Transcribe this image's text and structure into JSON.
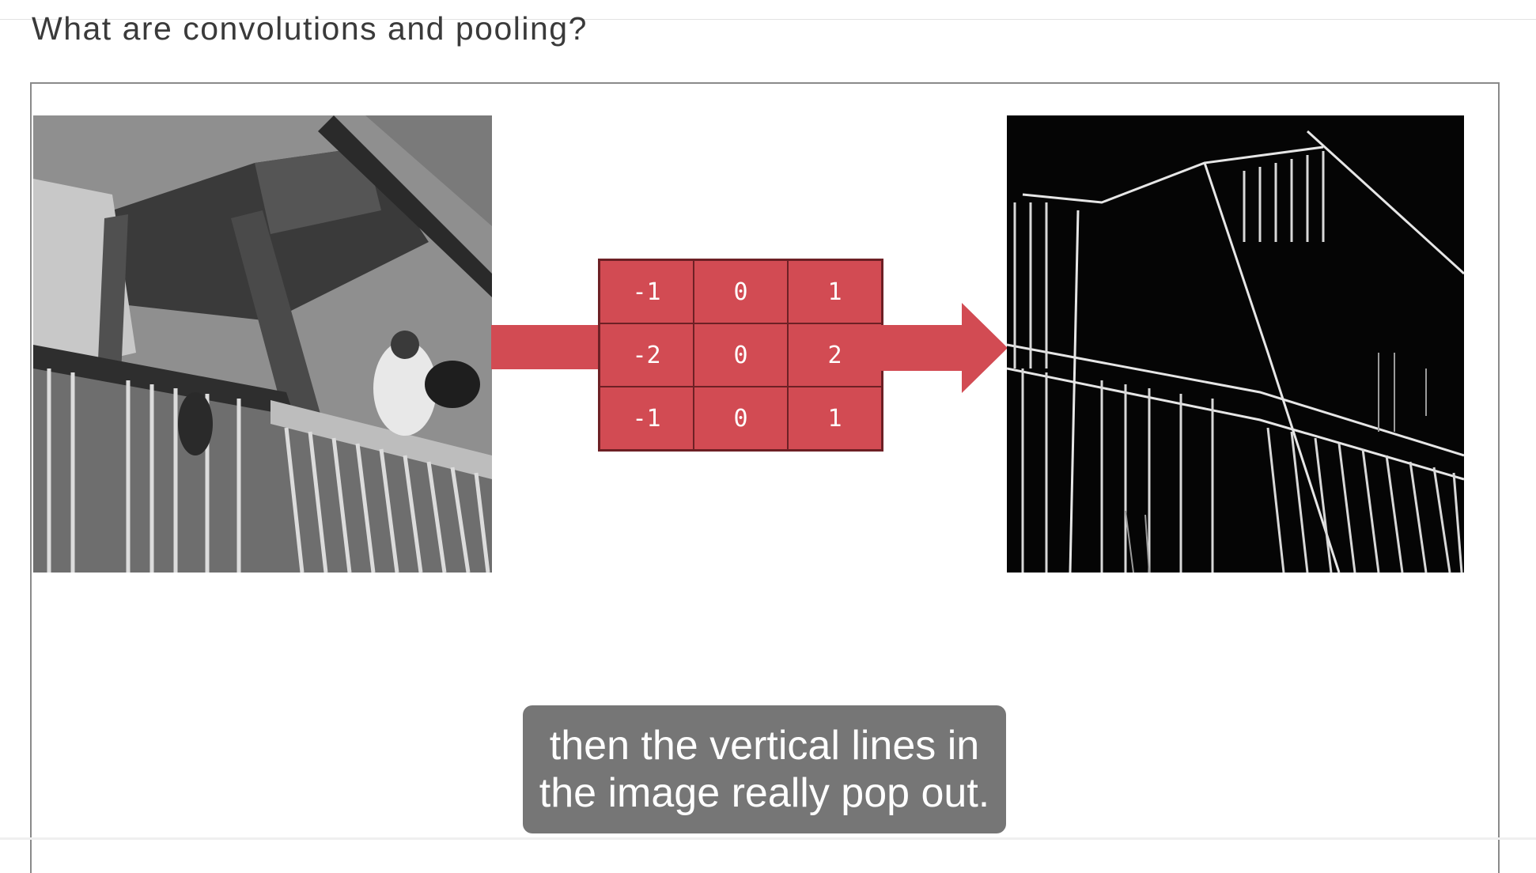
{
  "page": {
    "title": "What are convolutions and pooling?"
  },
  "slide": {
    "input_image": "staircase-photo-grayscale",
    "output_image": "staircase-photo-vertical-edges",
    "kernel": [
      [
        "-1",
        "0",
        "1"
      ],
      [
        "-2",
        "0",
        "2"
      ],
      [
        "-1",
        "0",
        "1"
      ]
    ],
    "accent_color": "#d24b53"
  },
  "caption": {
    "text": "then the vertical lines in the image really pop out."
  }
}
